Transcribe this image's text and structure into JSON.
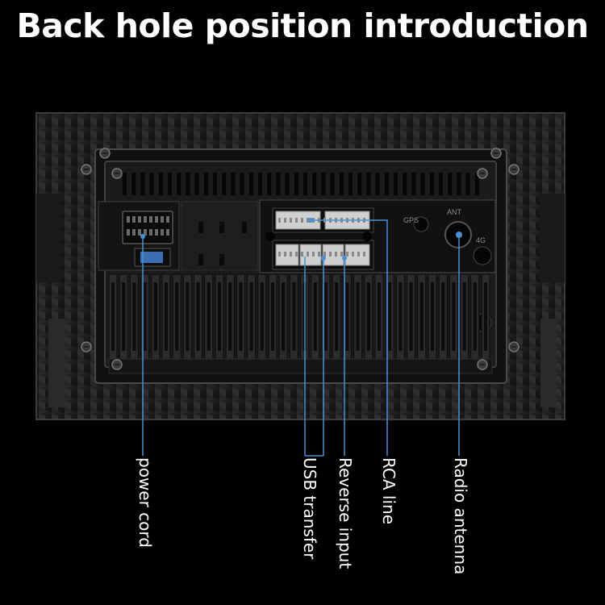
{
  "title": "Back hole position introduction",
  "port_markings": {
    "gps": "GPS",
    "ant": "ANT",
    "fourg": "4G"
  },
  "callouts": {
    "power_cord": "power cord",
    "usb_transfer": "USB transfer",
    "reverse_input": "Reverse input",
    "rca_line": "RCA line",
    "radio_antenna": "Radio antenna"
  },
  "colors": {
    "background": "#000000",
    "callout_line": "#4a90d9",
    "title_text": "#ffffff"
  }
}
